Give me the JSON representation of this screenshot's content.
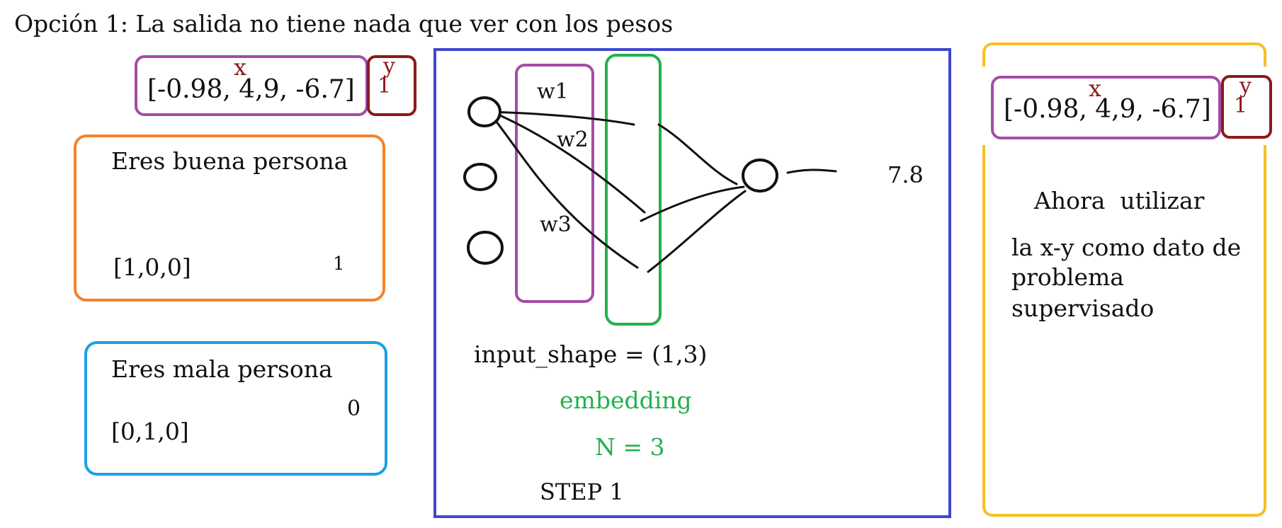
{
  "title": "Opción 1: La salida no tiene nada que ver con los pesos",
  "top_vector": {
    "text": "[-0.98, 4,9, -6.7]",
    "x_label": "x",
    "y_label": "y",
    "y_value": "1"
  },
  "good_box": {
    "sentence": "Eres buena persona",
    "encoding": "[1,0,0]",
    "label": "1"
  },
  "bad_box": {
    "sentence": "Eres mala persona",
    "encoding": "[0,1,0]",
    "label": "0"
  },
  "network": {
    "weights": [
      "w1",
      "w2",
      "w3"
    ],
    "output_value": "7.8",
    "input_shape": "input_shape = (1,3)",
    "embedding": "embedding",
    "n": "N = 3",
    "step": "STEP 1"
  },
  "right_panel": {
    "vector_text": "[-0.98, 4,9, -6.7]",
    "x_label": "x",
    "y_label": "y",
    "y_value": "1",
    "line1": "Ahora  utilizar",
    "line2": "la x-y como dato de",
    "line3": "problema",
    "line4": "supervisado"
  },
  "colors": {
    "purple": "#a64ca6",
    "dark_red": "#8b1a1a",
    "orange": "#f5822a",
    "cyan": "#1ba1e2",
    "blue": "#3f48cc",
    "green": "#22b14c",
    "yellow": "#f5c022"
  }
}
